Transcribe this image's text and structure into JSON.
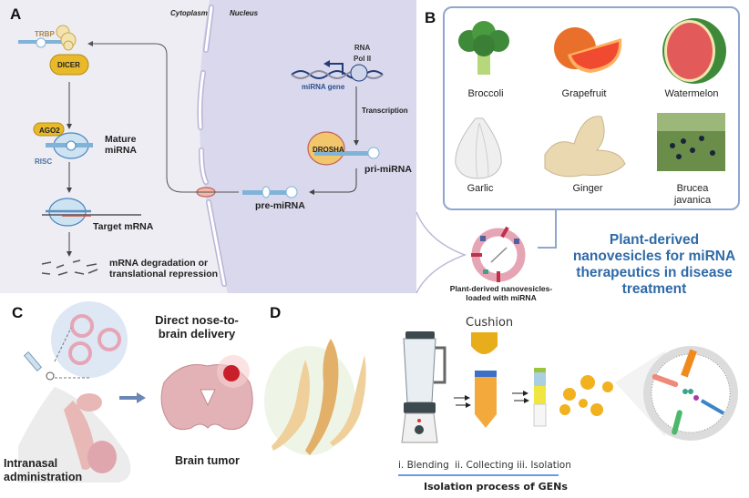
{
  "panels": {
    "a": {
      "letter": "A",
      "compartments": {
        "cytoplasm": "Cytoplasm",
        "nucleus": "Nucleus"
      },
      "labels": {
        "trbp": "TRBP",
        "dicer": "DICER",
        "ago2": "AGO2",
        "risc": "RISC",
        "mature_line1": "Mature",
        "mature_line2": "miRNA",
        "target_mrna": "Target mRNA",
        "degradation_line1": "mRNA degradation or",
        "degradation_line2": "translational repression",
        "rna_pol_line1": "RNA",
        "rna_pol_line2": "Pol II",
        "mirna_gene": "miRNA gene",
        "transcription": "Transcription",
        "drosha": "DROSHA",
        "pri_mirna": "pri-miRNA",
        "pre_mirna": "pre-miRNA"
      }
    },
    "b": {
      "letter": "B",
      "foods": [
        {
          "name": "Broccoli",
          "icon": "broccoli-icon"
        },
        {
          "name": "Grapefruit",
          "icon": "grapefruit-icon"
        },
        {
          "name": "Watermelon",
          "icon": "watermelon-icon"
        },
        {
          "name": "Garlic",
          "icon": "garlic-icon"
        },
        {
          "name": "Ginger",
          "icon": "ginger-icon"
        },
        {
          "name": "Brucea javanica",
          "line1": "Brucea",
          "line2": "javanica",
          "icon": "brucea-javanica-photo"
        }
      ],
      "vesicle_label_line1": "Plant-derived nanovesicles-",
      "vesicle_label_line2": "loaded with miRNA",
      "title_line1": "Plant-derived",
      "title_line2": "nanovesicles for miRNA",
      "title_line3": "therapeutics in disease",
      "title_line4": "treatment"
    },
    "c": {
      "letter": "C",
      "delivery_line1": "Direct nose-to-",
      "delivery_line2": "brain delivery",
      "admin_line1": "Intranasal",
      "admin_line2": "administration",
      "brain_tumor": "Brain tumor"
    },
    "d": {
      "letter": "D",
      "cushion": "Cushion",
      "steps": [
        "i. Blending",
        "ii. Collecting",
        "iii. Isolation"
      ],
      "process_title": "Isolation process of GENs"
    }
  },
  "colors": {
    "cytoplasm_bg": "#eeedf4",
    "nucleus_bg": "#d9d8ec",
    "title_blue": "#2f6aa8",
    "enzyme_yellow": "#e8b92b",
    "box_border": "#8fa6cf"
  }
}
